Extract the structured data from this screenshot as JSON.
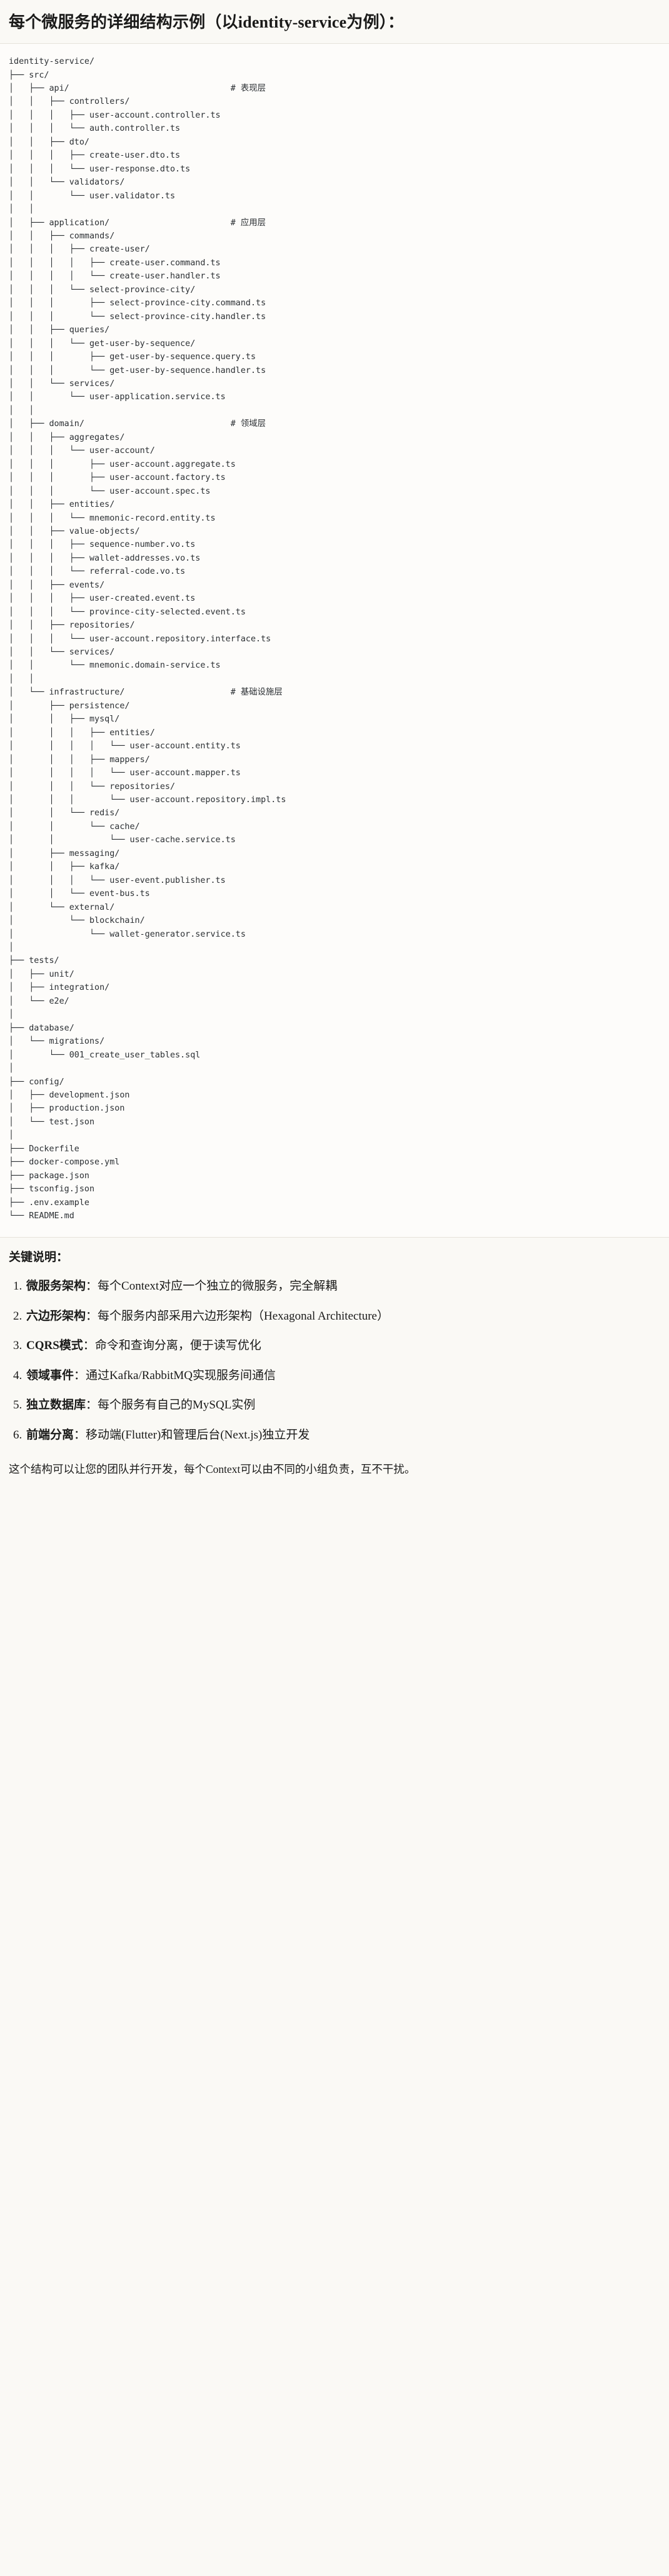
{
  "heading": "每个微服务的详细结构示例（以identity-service为例）：",
  "tree": {
    "root": "identity-service/",
    "lines": [
      "identity-service/",
      "├── src/",
      "│   ├── api/                                # 表现层",
      "│   │   ├── controllers/",
      "│   │   │   ├── user-account.controller.ts",
      "│   │   │   └── auth.controller.ts",
      "│   │   ├── dto/",
      "│   │   │   ├── create-user.dto.ts",
      "│   │   │   └── user-response.dto.ts",
      "│   │   └── validators/",
      "│   │       └── user.validator.ts",
      "│   │",
      "│   ├── application/                        # 应用层",
      "│   │   ├── commands/",
      "│   │   │   ├── create-user/",
      "│   │   │   │   ├── create-user.command.ts",
      "│   │   │   │   └── create-user.handler.ts",
      "│   │   │   └── select-province-city/",
      "│   │   │       ├── select-province-city.command.ts",
      "│   │   │       └── select-province-city.handler.ts",
      "│   │   ├── queries/",
      "│   │   │   └── get-user-by-sequence/",
      "│   │   │       ├── get-user-by-sequence.query.ts",
      "│   │   │       └── get-user-by-sequence.handler.ts",
      "│   │   └── services/",
      "│   │       └── user-application.service.ts",
      "│   │",
      "│   ├── domain/                             # 领域层",
      "│   │   ├── aggregates/",
      "│   │   │   └── user-account/",
      "│   │   │       ├── user-account.aggregate.ts",
      "│   │   │       ├── user-account.factory.ts",
      "│   │   │       └── user-account.spec.ts",
      "│   │   ├── entities/",
      "│   │   │   └── mnemonic-record.entity.ts",
      "│   │   ├── value-objects/",
      "│   │   │   ├── sequence-number.vo.ts",
      "│   │   │   ├── wallet-addresses.vo.ts",
      "│   │   │   └── referral-code.vo.ts",
      "│   │   ├── events/",
      "│   │   │   ├── user-created.event.ts",
      "│   │   │   └── province-city-selected.event.ts",
      "│   │   ├── repositories/",
      "│   │   │   └── user-account.repository.interface.ts",
      "│   │   └── services/",
      "│   │       └── mnemonic.domain-service.ts",
      "│   │",
      "│   └── infrastructure/                     # 基础设施层",
      "│       ├── persistence/",
      "│       │   ├── mysql/",
      "│       │   │   ├── entities/",
      "│       │   │   │   └── user-account.entity.ts",
      "│       │   │   ├── mappers/",
      "│       │   │   │   └── user-account.mapper.ts",
      "│       │   │   └── repositories/",
      "│       │   │       └── user-account.repository.impl.ts",
      "│       │   └── redis/",
      "│       │       └── cache/",
      "│       │           └── user-cache.service.ts",
      "│       ├── messaging/",
      "│       │   ├── kafka/",
      "│       │   │   └── user-event.publisher.ts",
      "│       │   └── event-bus.ts",
      "│       └── external/",
      "│           └── blockchain/",
      "│               └── wallet-generator.service.ts",
      "│",
      "├── tests/",
      "│   ├── unit/",
      "│   ├── integration/",
      "│   └── e2e/",
      "│",
      "├── database/",
      "│   └── migrations/",
      "│       └── 001_create_user_tables.sql",
      "│",
      "├── config/",
      "│   ├── development.json",
      "│   ├── production.json",
      "│   └── test.json",
      "│",
      "├── Dockerfile",
      "├── docker-compose.yml",
      "├── package.json",
      "├── tsconfig.json",
      "├── .env.example",
      "└── README.md"
    ],
    "layer_comments": [
      {
        "path": "api/",
        "comment": "# 表现层"
      },
      {
        "path": "application/",
        "comment": "# 应用层"
      },
      {
        "path": "domain/",
        "comment": "# 领域层"
      },
      {
        "path": "infrastructure/",
        "comment": "# 基础设施层"
      }
    ]
  },
  "keypoints": {
    "title": "关键说明：",
    "items": [
      {
        "term": "微服务架构",
        "sep": "：",
        "desc": "每个Context对应一个独立的微服务，完全解耦"
      },
      {
        "term": "六边形架构",
        "sep": "：",
        "desc": "每个服务内部采用六边形架构（Hexagonal Architecture）"
      },
      {
        "term": "CQRS模式",
        "sep": "：",
        "desc": "命令和查询分离，便于读写优化"
      },
      {
        "term": "领域事件",
        "sep": "：",
        "desc": "通过Kafka/RabbitMQ实现服务间通信"
      },
      {
        "term": "独立数据库",
        "sep": "：",
        "desc": "每个服务有自己的MySQL实例"
      },
      {
        "term": "前端分离",
        "sep": "：",
        "desc": "移动端(Flutter)和管理后台(Next.js)独立开发"
      }
    ]
  },
  "closing": "这个结构可以让您的团队并行开发，每个Context可以由不同的小组负责，互不干扰。",
  "colors": {
    "page_bg": "#faf9f5",
    "code_bg": "#fdfcfa",
    "rule": "#e6e3db",
    "text": "#1a1a19",
    "code_text": "#2b2f33"
  }
}
